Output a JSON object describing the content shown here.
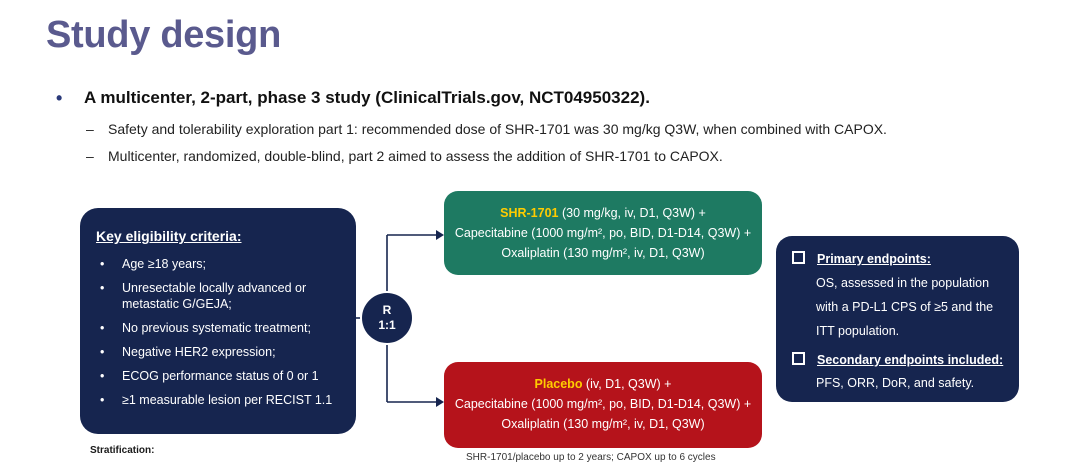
{
  "title": "Study design",
  "main_bullet": "A multicenter, 2-part, phase 3 study (ClinicalTrials.gov, NCT04950322).",
  "sub_bullets": [
    "Safety and tolerability exploration part 1: recommended dose of SHR-1701 was 30 mg/kg Q3W, when combined with CAPOX.",
    "Multicenter, randomized, double-blind, part 2 aimed to assess the addition of SHR-1701 to CAPOX."
  ],
  "eligibility": {
    "title": "Key eligibility criteria:",
    "items": [
      "Age ≥18 years;",
      "Unresectable locally advanced or metastatic G/GEJA;",
      "No previous systematic treatment;",
      "Negative HER2 expression;",
      "ECOG performance status of 0 or 1",
      "≥1 measurable lesion per RECIST 1.1"
    ]
  },
  "randomization": {
    "line1": "R",
    "line2": "1:1"
  },
  "arm_shr": {
    "drug": "SHR-1701",
    "dose": " (30 mg/kg, iv, D1, Q3W) +",
    "line2": "Capecitabine (1000 mg/m², po, BID, D1-D14, Q3W) +",
    "line3": "Oxaliplatin  (130 mg/m², iv, D1, Q3W)"
  },
  "arm_placebo": {
    "drug": "Placebo",
    "dose": " (iv, D1, Q3W) +",
    "line2": "Capecitabine (1000 mg/m², po, BID, D1-D14, Q3W) +",
    "line3": "Oxaliplatin  (130 mg/m², iv, D1, Q3W)"
  },
  "endpoints": {
    "primary_label": "Primary endpoints",
    "primary_colon": ":",
    "primary_text": "OS, assessed in the population with a PD-L1 CPS of ≥5 and the ITT population.",
    "secondary_label": "Secondary endpoints included:",
    "secondary_text": "PFS, ORR, DoR, and safety."
  },
  "stratification": "Stratification:",
  "footnote": "SHR-1701/placebo up to 2 years; CAPOX up to 6 cycles"
}
